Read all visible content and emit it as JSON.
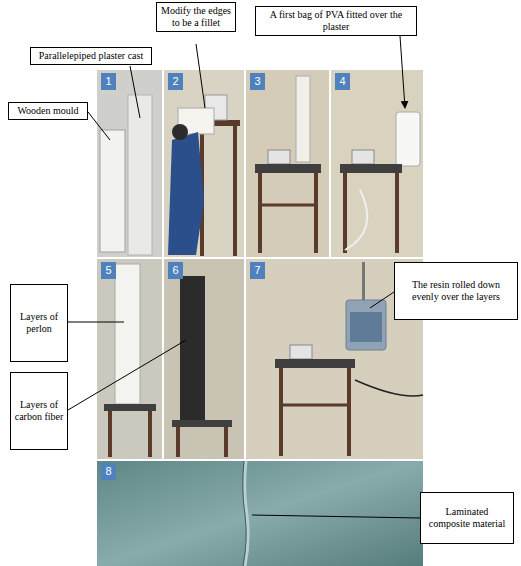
{
  "diagram": {
    "nodes": [
      {
        "text": [
          "Modify the edges to be a fillet"
        ]
      },
      {
        "text": [
          "A first bag of PVA fitted over the plaster"
        ]
      },
      {
        "text": [
          "Parallelepiped plaster cast"
        ]
      },
      {
        "text": [
          "Wooden mould"
        ]
      },
      {
        "text": [
          "1"
        ]
      },
      {
        "text": [
          "2"
        ]
      },
      {
        "text": [
          "3"
        ]
      },
      {
        "text": [
          "4"
        ]
      },
      {
        "text": [
          "Layers of perlon"
        ]
      },
      {
        "text": [
          "5"
        ]
      },
      {
        "text": [
          "6"
        ]
      },
      {
        "text": [
          "7"
        ]
      },
      {
        "text": [
          "The resin rolled down evenly over the layers"
        ]
      },
      {
        "text": [
          "Layers of carbon fiber"
        ]
      },
      {
        "text": [
          "8"
        ]
      },
      {
        "text": [
          "Laminated composite material"
        ]
      }
    ]
  }
}
